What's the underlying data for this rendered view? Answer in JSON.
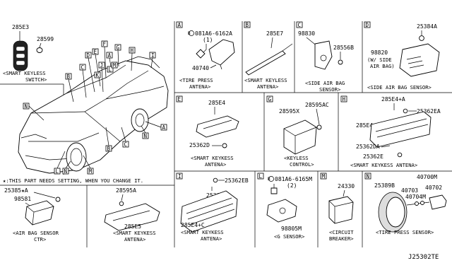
{
  "diagram_ref": "J25302TE",
  "note": "★:THIS PART NEEDS SETTING, WHEN YOU CHANGE IT.",
  "key_panel": {
    "part_key": "285E3",
    "part_battery": "28599",
    "caption_1": "<SMART KEYLESS",
    "caption_2": "SWITCH>"
  },
  "car_callouts": [
    "A",
    "B",
    "C",
    "D",
    "E",
    "F",
    "G",
    "H",
    "I",
    "J",
    "K",
    "L",
    "M",
    "N",
    "A",
    "B",
    "C",
    "N",
    "L",
    "N",
    "M"
  ],
  "panels": {
    "A": {
      "letter": "A",
      "part_bolt": "081A6-6162A",
      "bolt_qty": "(1)",
      "part_main": "40740",
      "caption_1": "<TIRE PRESS",
      "caption_2": "ANTENA>"
    },
    "B": {
      "letter": "B",
      "part_main": "285E7",
      "caption_1": "<SMART KEYLESS",
      "caption_2": "ANTENA>"
    },
    "C": {
      "letter": "C",
      "part_main": "98830",
      "part_sub": "28556B",
      "caption_1": "<SIDE AIR BAG",
      "caption_2": "SENSOR>"
    },
    "D": {
      "letter": "D",
      "part_sub": "25384A",
      "part_main": "98820",
      "note_1": "(W/ SIDE",
      "note_2": "AIR BAG)",
      "caption_1": "<SIDE AIR BAG SENSOR>"
    },
    "E": {
      "letter": "E",
      "part_main": "285E4",
      "part_sub": "25362D",
      "caption_1": "<SMART KEYKESS",
      "caption_2": "ANTENA>"
    },
    "G": {
      "letter": "G",
      "part_main": "28595X",
      "part_sub": "28595AC",
      "caption_1": "<KEYLESS",
      "caption_2": "CONTROL>"
    },
    "H": {
      "letter": "H",
      "part_top": "285E4+A",
      "part_ea": "25362EA",
      "part_b": "285E4+B",
      "part_da": "25362DA",
      "part_e": "25362E",
      "caption_1": "<SMART KEYKESS ANTENA>"
    },
    "AIRBAG": {
      "part_bolt": "25385★A",
      "part_main": "98581",
      "caption_1": "<AIR BAG SENSOR",
      "caption_2": "CTR>"
    },
    "SKA": {
      "part_top": "28595A",
      "part_main": "285E5",
      "caption_1": "<SMART KEYKESS",
      "caption_2": "ANTENA>"
    },
    "I": {
      "letter": "I",
      "part_eb": "25362EB",
      "part_db": "25362DB",
      "part_main": "285E4+C",
      "caption_1": "<SMART KEYKESS",
      "caption_2": "ANTENA>"
    },
    "L": {
      "letter": "L",
      "part_bolt": "081A6-6165M",
      "bolt_qty": "(2)",
      "part_main": "98805M",
      "caption_1": "<G SENSOR>"
    },
    "M": {
      "letter": "M",
      "part_main": "24330",
      "caption_1": "<CIRCUIT",
      "caption_2": "BREAKER>"
    },
    "N": {
      "letter": "N",
      "part_a": "40700M",
      "part_b": "25389B",
      "part_c": "40703",
      "part_d": "40702",
      "part_e": "40704M",
      "caption_1": "<TIRE PRESS SENSOR>"
    }
  }
}
